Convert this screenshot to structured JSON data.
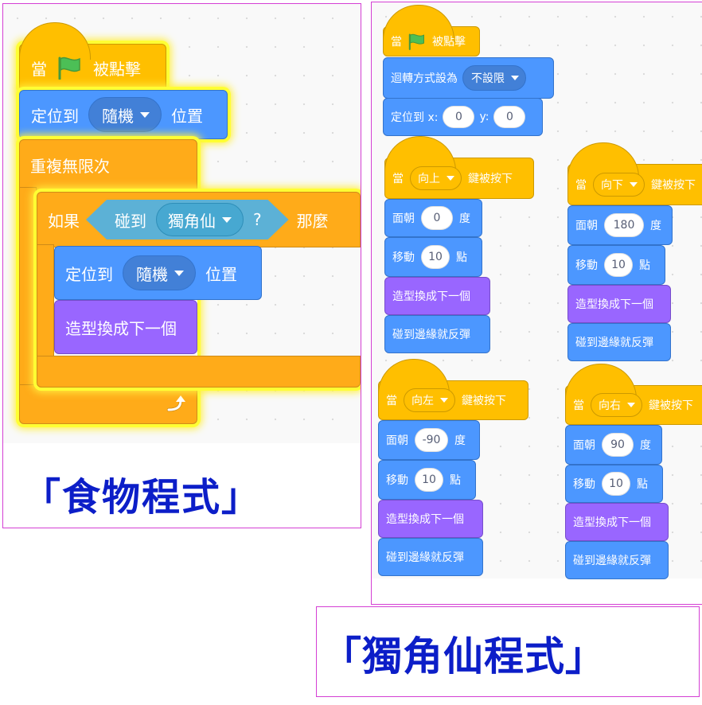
{
  "food_program": {
    "caption": "「食物程式」",
    "when_label": "當",
    "clicked_label": "被點擊",
    "goto_label": "定位到",
    "goto_menu": "隨機",
    "goto_suffix": "位置",
    "forever_label": "重複無限次",
    "if_label": "如果",
    "touching_label": "碰到",
    "touching_menu": "獨角仙",
    "question_mark": "?",
    "then_label": "那麼",
    "inner_goto_label": "定位到",
    "inner_goto_menu": "隨機",
    "inner_goto_suffix": "位置",
    "next_costume_label": "造型換成下一個"
  },
  "beetle_program": {
    "caption": "「獨角仙程式」",
    "start_script": {
      "when_label": "當",
      "clicked_label": "被點擊",
      "rotation_label": "迴轉方式設為",
      "rotation_value": "不設限",
      "goto_label": "定位到 x:",
      "x_value": "0",
      "y_label": "y:",
      "y_value": "0"
    },
    "key_scripts": [
      {
        "when_label": "當",
        "key": "向上",
        "pressed_label": "鍵被按下",
        "point_label": "面朝",
        "direction": "0",
        "dir_unit": "度",
        "move_label": "移動",
        "steps": "10",
        "steps_unit": "點",
        "costume_label": "造型換成下一個",
        "bounce_label": "碰到邊緣就反彈"
      },
      {
        "when_label": "當",
        "key": "向下",
        "pressed_label": "鍵被按下",
        "point_label": "面朝",
        "direction": "180",
        "dir_unit": "度",
        "move_label": "移動",
        "steps": "10",
        "steps_unit": "點",
        "costume_label": "造型換成下一個",
        "bounce_label": "碰到邊緣就反彈"
      },
      {
        "when_label": "當",
        "key": "向左",
        "pressed_label": "鍵被按下",
        "point_label": "面朝",
        "direction": "-90",
        "dir_unit": "度",
        "move_label": "移動",
        "steps": "10",
        "steps_unit": "點",
        "costume_label": "造型換成下一個",
        "bounce_label": "碰到邊緣就反彈"
      },
      {
        "when_label": "當",
        "key": "向右",
        "pressed_label": "鍵被按下",
        "point_label": "面朝",
        "direction": "90",
        "dir_unit": "度",
        "move_label": "移動",
        "steps": "10",
        "steps_unit": "點",
        "costume_label": "造型換成下一個",
        "bounce_label": "碰到邊緣就反彈"
      }
    ]
  },
  "icons": {
    "flag": "green-flag-icon",
    "loop_arrow": "loop-arrow-icon",
    "dropdown": "dropdown-triangle-icon"
  },
  "colors": {
    "events": "#ffbf00",
    "motion": "#4c97ff",
    "looks": "#9966ff",
    "control": "#ffab19",
    "sensing": "#5cb1d6",
    "caption": "#0c1ec8",
    "glow": "#ffff33",
    "panel_border": "#d43fd4"
  }
}
